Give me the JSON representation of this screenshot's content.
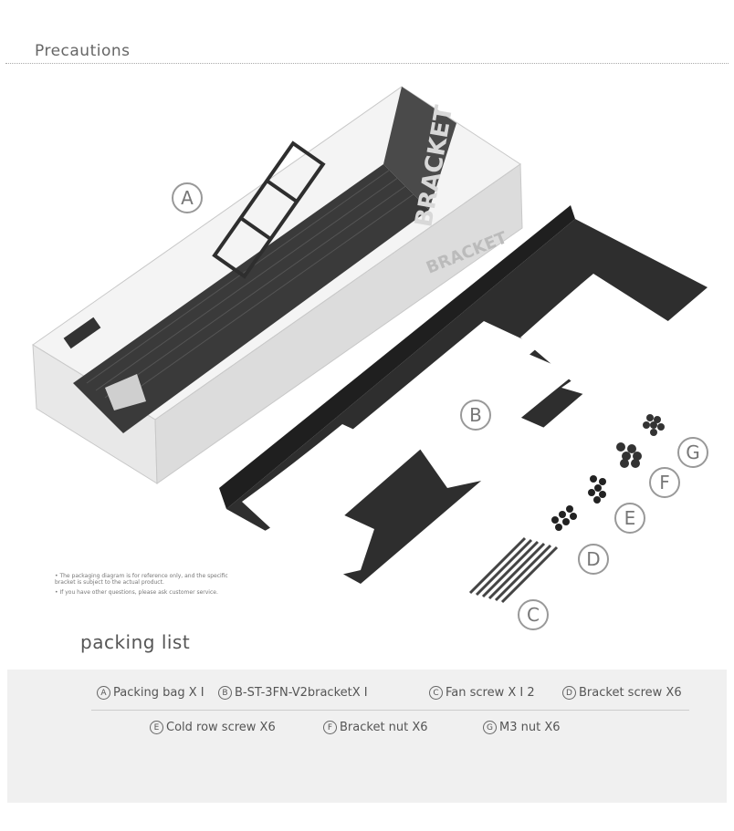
{
  "header": {
    "title": "Precautions"
  },
  "figure": {
    "box_label": "BRACKET",
    "callouts": [
      "A",
      "B",
      "C",
      "D",
      "E",
      "F",
      "G"
    ]
  },
  "notes": [
    "• The packaging diagram is for reference only, and the specific bracket is subject to the actual product.",
    "• If you have other questions, please ask customer service."
  ],
  "packing": {
    "title": "packing list",
    "items": [
      {
        "letter": "A",
        "text": "Packing bag X I"
      },
      {
        "letter": "B",
        "text": "B-ST-3FN-V2bracketX I"
      },
      {
        "letter": "C",
        "text": "Fan screw X I 2"
      },
      {
        "letter": "D",
        "text": "Bracket screw X6"
      },
      {
        "letter": "E",
        "text": "Cold row screw X6"
      },
      {
        "letter": "F",
        "text": "Bracket nut X6"
      },
      {
        "letter": "G",
        "text": "M3 nut X6"
      }
    ]
  },
  "colors": {
    "bracket": "#2e2e2e",
    "panel_bg": "#f0f0f0"
  }
}
